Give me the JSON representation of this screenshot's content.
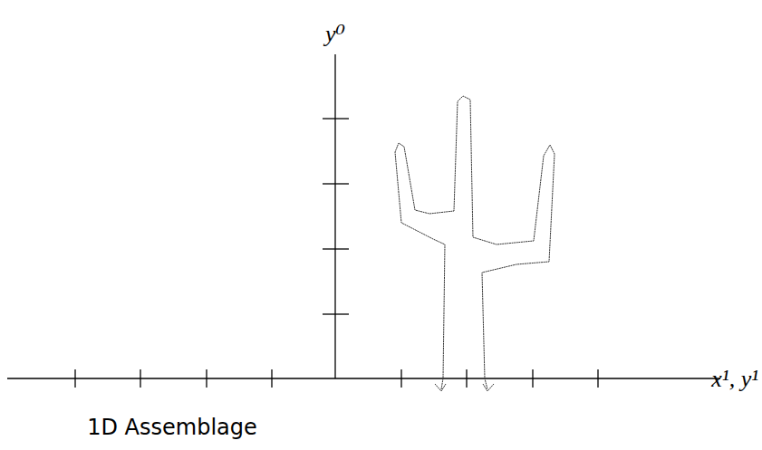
{
  "diagram": {
    "caption": "1D Assemblage",
    "labels": [
      "y⁰",
      "x¹, y¹"
    ]
  }
}
